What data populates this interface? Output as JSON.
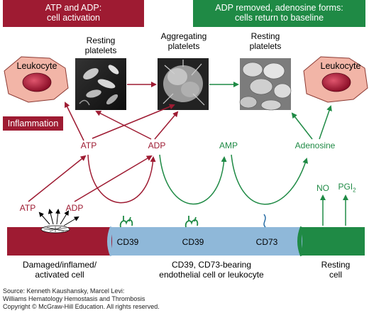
{
  "banners": {
    "left": [
      "ATP and ADP:",
      "cell activation"
    ],
    "right": [
      "ADP removed, adenosine forms:",
      "cells return to baseline"
    ]
  },
  "cells": {
    "leukocyte_left": "Leukocyte",
    "leukocyte_right": "Leukocyte",
    "inflammation": "Inflammation"
  },
  "platelets": {
    "resting_left": [
      "Resting",
      "platelets"
    ],
    "aggregating": [
      "Aggregating",
      "platelets"
    ],
    "resting_right": [
      "Resting",
      "platelets"
    ]
  },
  "molecules": {
    "atp_mid": "ATP",
    "adp_mid": "ADP",
    "amp": "AMP",
    "adenosine": "Adenosine",
    "atp_low": "ATP",
    "adp_low": "ADP",
    "no": "NO",
    "pgi2": "PGI",
    "pgi2_sub": "2"
  },
  "receptors": {
    "cd39_a": "CD39",
    "cd39_b": "CD39",
    "cd73": "CD73"
  },
  "captions": {
    "damaged": [
      "Damaged/inflamed/",
      "activated cell"
    ],
    "endothelial": [
      "CD39, CD73-bearing",
      "endothelial cell or leukocyte"
    ],
    "resting": [
      "Resting",
      "cell"
    ]
  },
  "source": [
    "Source: Kenneth Kaushansky, Marcel Levi:",
    "Williams Hematology Hemostasis and Thrombosis",
    "Copyright © McGraw-Hill Education. All rights reserved."
  ],
  "colors": {
    "red": "#9e1b32",
    "green": "#1f8a45",
    "blue_membrane": "#8fb8d9",
    "cell_fill": "#f2b5a7"
  }
}
